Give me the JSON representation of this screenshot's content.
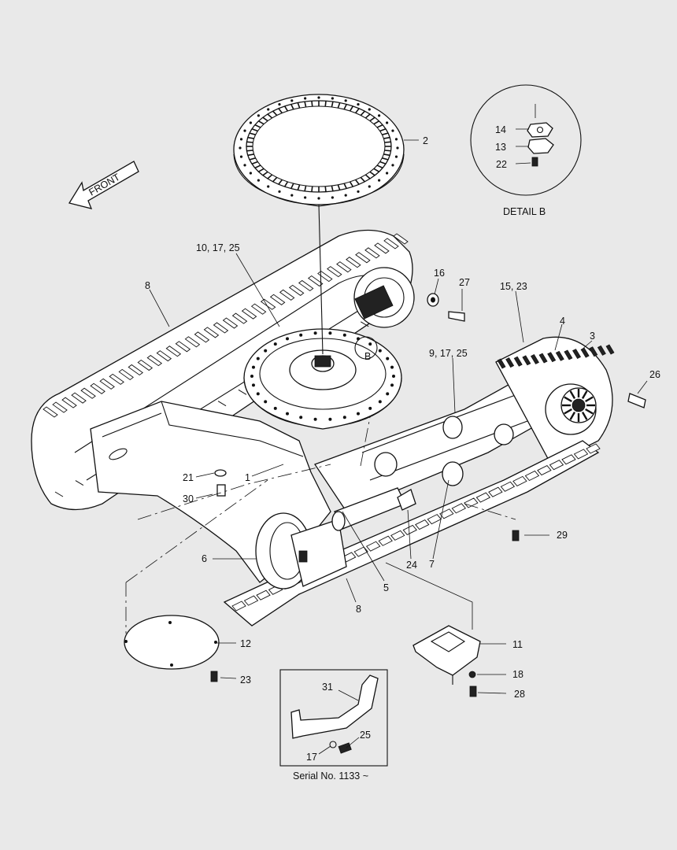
{
  "front_label": "FRONT",
  "detail_caption": "DETAIL   B",
  "detail_marker": "B",
  "serial_caption": "Serial No. 1133 ~",
  "callouts": [
    {
      "id": "c2",
      "text": "2"
    },
    {
      "id": "c14",
      "text": "14"
    },
    {
      "id": "c13",
      "text": "13"
    },
    {
      "id": "c22",
      "text": "22"
    },
    {
      "id": "c10",
      "text": "10, 17, 25"
    },
    {
      "id": "c8a",
      "text": "8"
    },
    {
      "id": "c16",
      "text": "16"
    },
    {
      "id": "c27",
      "text": "27"
    },
    {
      "id": "c15",
      "text": "15, 23"
    },
    {
      "id": "c4",
      "text": "4"
    },
    {
      "id": "c3",
      "text": "3"
    },
    {
      "id": "c9",
      "text": "9, 17, 25"
    },
    {
      "id": "c26",
      "text": "26"
    },
    {
      "id": "c21",
      "text": "21"
    },
    {
      "id": "c1",
      "text": "1"
    },
    {
      "id": "c30",
      "text": "30"
    },
    {
      "id": "c29",
      "text": "29"
    },
    {
      "id": "c6",
      "text": "6"
    },
    {
      "id": "c24",
      "text": "24"
    },
    {
      "id": "c7",
      "text": "7"
    },
    {
      "id": "c5",
      "text": "5"
    },
    {
      "id": "c8b",
      "text": "8"
    },
    {
      "id": "c12",
      "text": "12"
    },
    {
      "id": "c11",
      "text": "11"
    },
    {
      "id": "c18",
      "text": "18"
    },
    {
      "id": "c23",
      "text": "23"
    },
    {
      "id": "c28",
      "text": "28"
    },
    {
      "id": "c31",
      "text": "31"
    },
    {
      "id": "c25",
      "text": "25"
    },
    {
      "id": "c17",
      "text": "17"
    }
  ]
}
